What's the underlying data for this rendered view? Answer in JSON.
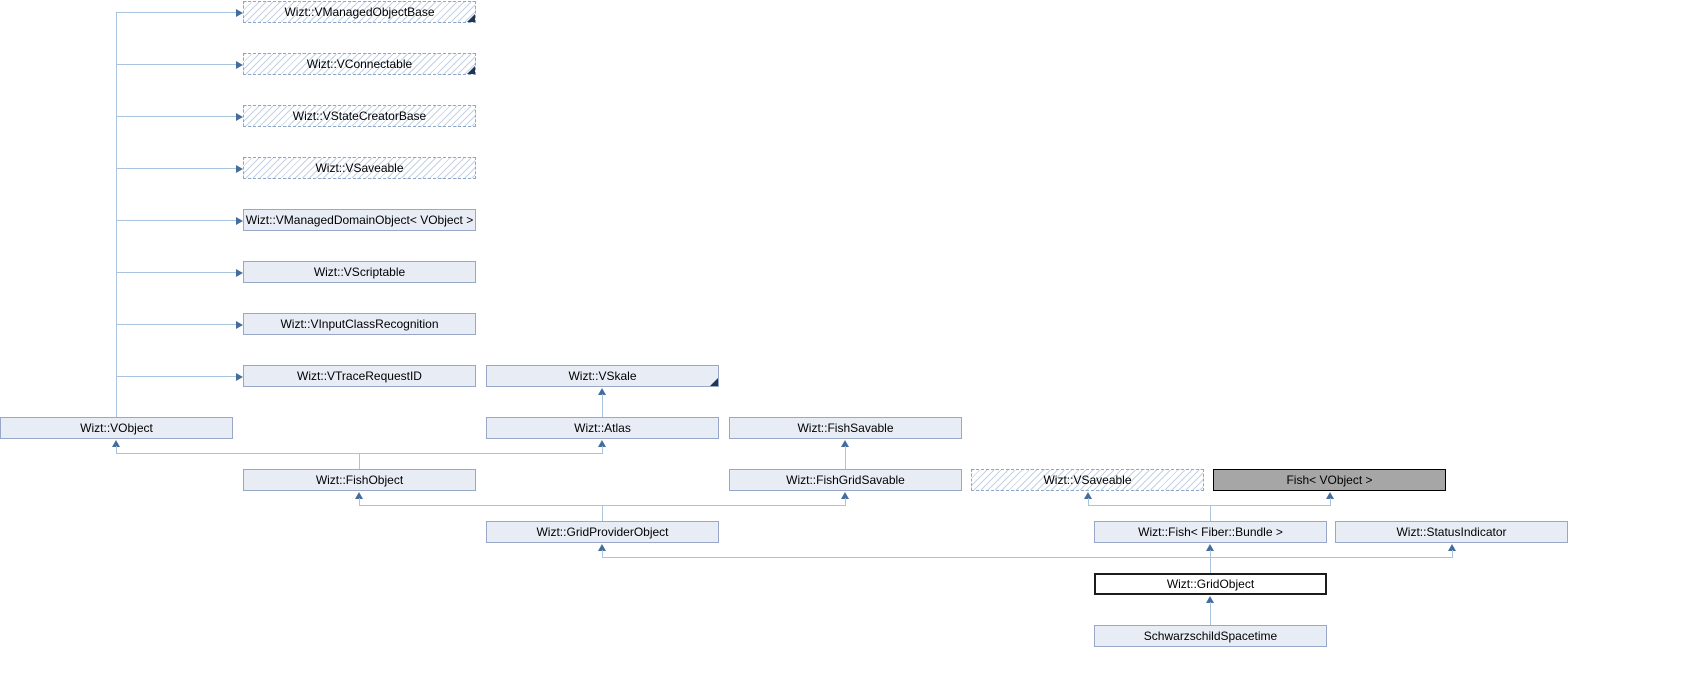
{
  "diagram": {
    "type": "class-inheritance-diagram",
    "colors": {
      "background": "#ffffff",
      "node_fill": "#e8ecf5",
      "node_border": "#9aa8c7",
      "hatch_stripe": "#c3d2e6",
      "dashed_border": "#8ea6c8",
      "current_fill": "#a6a6a6",
      "current_border": "#000000",
      "strong_border": "#1c1c1c",
      "edge_line": "#a9c4de",
      "edge_arrow": "#436d9c",
      "truncation_marker": "#22344f",
      "text": "#000000"
    },
    "nodes": [
      {
        "id": "vmanagedobjectbase",
        "label": "Wizt::VManagedObjectBase",
        "style": "hatched",
        "truncated": true
      },
      {
        "id": "vconnectable",
        "label": "Wizt::VConnectable",
        "style": "hatched",
        "truncated": true
      },
      {
        "id": "vstatecreatorbase",
        "label": "Wizt::VStateCreatorBase",
        "style": "hatched",
        "truncated": false
      },
      {
        "id": "vsaveable-top",
        "label": "Wizt::VSaveable",
        "style": "hatched",
        "truncated": false
      },
      {
        "id": "vmanageddomainobject",
        "label": "Wizt::VManagedDomainObject< VObject >",
        "style": "normal",
        "truncated": false
      },
      {
        "id": "vscriptable",
        "label": "Wizt::VScriptable",
        "style": "normal",
        "truncated": false
      },
      {
        "id": "vinputclassrecognition",
        "label": "Wizt::VInputClassRecognition",
        "style": "normal",
        "truncated": false
      },
      {
        "id": "vtracerequestid",
        "label": "Wizt::VTraceRequestID",
        "style": "normal",
        "truncated": false
      },
      {
        "id": "vskale",
        "label": "Wizt::VSkale",
        "style": "normal",
        "truncated": true
      },
      {
        "id": "vobject",
        "label": "Wizt::VObject",
        "style": "normal",
        "truncated": false
      },
      {
        "id": "atlas",
        "label": "Wizt::Atlas",
        "style": "normal",
        "truncated": false
      },
      {
        "id": "fishsavable",
        "label": "Wizt::FishSavable",
        "style": "normal",
        "truncated": false
      },
      {
        "id": "fishobject",
        "label": "Wizt::FishObject",
        "style": "normal",
        "truncated": false
      },
      {
        "id": "fishgridsavable",
        "label": "Wizt::FishGridSavable",
        "style": "normal",
        "truncated": false
      },
      {
        "id": "vsaveable-mid",
        "label": "Wizt::VSaveable",
        "style": "hatched",
        "truncated": false
      },
      {
        "id": "fish-vobject",
        "label": "Fish< VObject >",
        "style": "current",
        "truncated": false
      },
      {
        "id": "gridproviderobject",
        "label": "Wizt::GridProviderObject",
        "style": "normal",
        "truncated": false
      },
      {
        "id": "fish-fiber-bundle",
        "label": "Wizt::Fish< Fiber::Bundle >",
        "style": "normal",
        "truncated": false
      },
      {
        "id": "statusindicator",
        "label": "Wizt::StatusIndicator",
        "style": "normal",
        "truncated": false
      },
      {
        "id": "gridobject",
        "label": "Wizt::GridObject",
        "style": "strong",
        "truncated": false
      },
      {
        "id": "schwarzschildspacetime",
        "label": "SchwarzschildSpacetime",
        "style": "normal",
        "truncated": false
      }
    ],
    "edges": [
      {
        "from": "Wizt::VObject",
        "to": "Wizt::VManagedObjectBase"
      },
      {
        "from": "Wizt::VObject",
        "to": "Wizt::VConnectable"
      },
      {
        "from": "Wizt::VObject",
        "to": "Wizt::VStateCreatorBase"
      },
      {
        "from": "Wizt::VObject",
        "to": "Wizt::VSaveable"
      },
      {
        "from": "Wizt::VObject",
        "to": "Wizt::VManagedDomainObject< VObject >"
      },
      {
        "from": "Wizt::VObject",
        "to": "Wizt::VScriptable"
      },
      {
        "from": "Wizt::VObject",
        "to": "Wizt::VInputClassRecognition"
      },
      {
        "from": "Wizt::VObject",
        "to": "Wizt::VTraceRequestID"
      },
      {
        "from": "Wizt::Atlas",
        "to": "Wizt::VSkale"
      },
      {
        "from": "Wizt::FishObject",
        "to": "Wizt::VObject"
      },
      {
        "from": "Wizt::FishObject",
        "to": "Wizt::Atlas"
      },
      {
        "from": "Wizt::FishGridSavable",
        "to": "Wizt::FishSavable"
      },
      {
        "from": "Wizt::GridProviderObject",
        "to": "Wizt::FishObject"
      },
      {
        "from": "Wizt::GridProviderObject",
        "to": "Wizt::FishGridSavable"
      },
      {
        "from": "Wizt::Fish< Fiber::Bundle >",
        "to": "Wizt::VSaveable"
      },
      {
        "from": "Wizt::Fish< Fiber::Bundle >",
        "to": "Fish< VObject >"
      },
      {
        "from": "Wizt::GridObject",
        "to": "Wizt::GridProviderObject"
      },
      {
        "from": "Wizt::GridObject",
        "to": "Wizt::Fish< Fiber::Bundle >"
      },
      {
        "from": "Wizt::GridObject",
        "to": "Wizt::StatusIndicator"
      },
      {
        "from": "SchwarzschildSpacetime",
        "to": "Wizt::GridObject"
      }
    ]
  }
}
